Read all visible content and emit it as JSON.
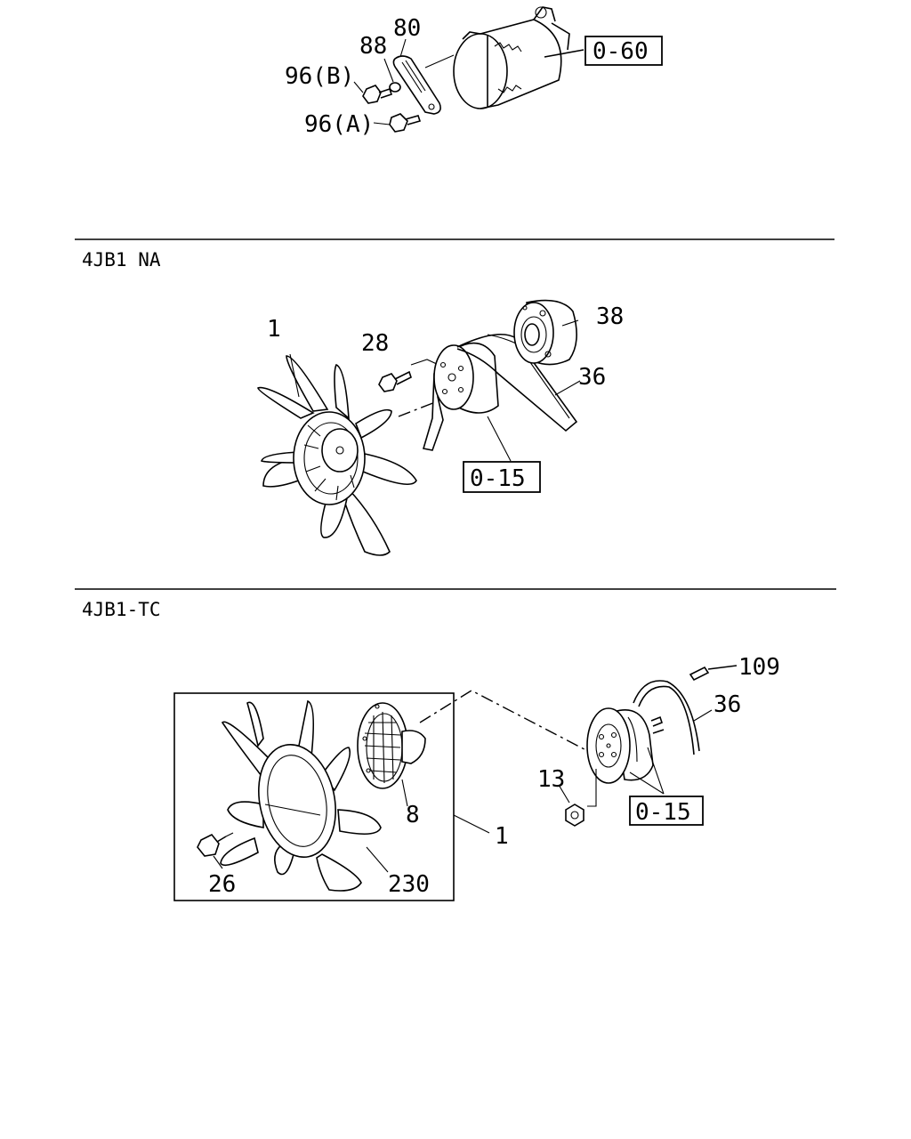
{
  "sections": {
    "na_title": "4JB1 NA",
    "tc_title": "4JB1-TC"
  },
  "top": {
    "label_80": "80",
    "label_88": "88",
    "label_96b": "96(B)",
    "label_96a": "96(A)",
    "ref_060": "0-60"
  },
  "na": {
    "label_1": "1",
    "label_28": "28",
    "label_38": "38",
    "label_36": "36",
    "ref_015": "0-15"
  },
  "tc": {
    "label_109": "109",
    "label_36": "36",
    "label_13": "13",
    "ref_015": "0-15",
    "label_8": "8",
    "label_1": "1",
    "label_26": "26",
    "label_230": "230"
  }
}
